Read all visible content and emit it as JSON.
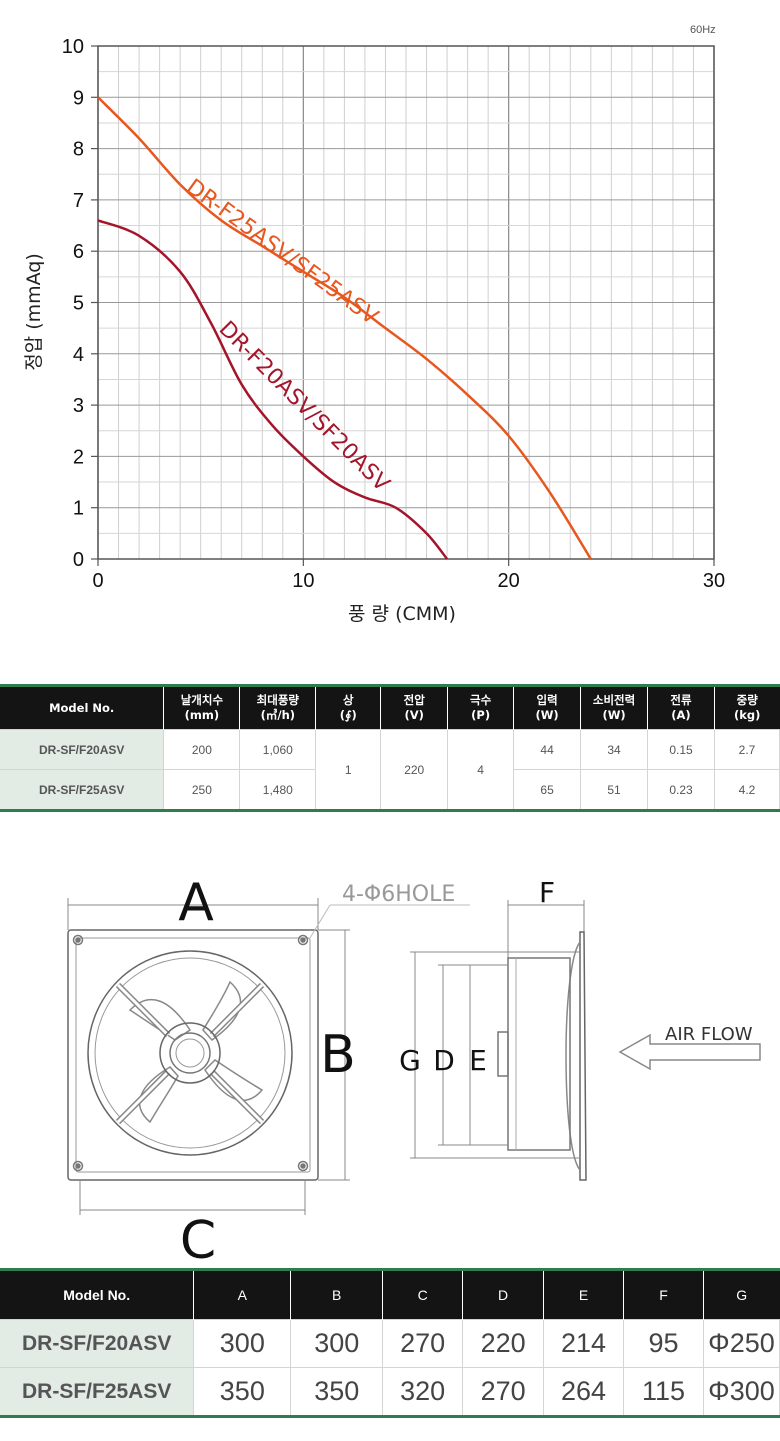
{
  "chart_data": {
    "type": "line",
    "frequency_note": "60Hz",
    "xlabel": "풍 량 (CMM)",
    "ylabel": "정압 (mmAq)",
    "xlim": [
      0,
      30
    ],
    "ylim": [
      0,
      10
    ],
    "x_ticks": [
      "0",
      "10",
      "20",
      "30"
    ],
    "y_ticks": [
      "0",
      "1",
      "2",
      "3",
      "4",
      "5",
      "6",
      "7",
      "8",
      "9",
      "10"
    ],
    "grid": true,
    "series": [
      {
        "name": "DR-F25ASV/SF25ASV",
        "color": "#e8571e",
        "points": [
          [
            0,
            9.0
          ],
          [
            2,
            8.2
          ],
          [
            4,
            7.3
          ],
          [
            6,
            6.6
          ],
          [
            8,
            6.1
          ],
          [
            10,
            5.6
          ],
          [
            12,
            5.1
          ],
          [
            14,
            4.5
          ],
          [
            16,
            3.9
          ],
          [
            18,
            3.2
          ],
          [
            20,
            2.4
          ],
          [
            22,
            1.3
          ],
          [
            24,
            0
          ]
        ]
      },
      {
        "name": "DR-F20ASV/SF20ASV",
        "color": "#a3152a",
        "points": [
          [
            0,
            6.6
          ],
          [
            2,
            6.3
          ],
          [
            4,
            5.6
          ],
          [
            5.5,
            4.6
          ],
          [
            7,
            3.4
          ],
          [
            8.5,
            2.6
          ],
          [
            10,
            2.0
          ],
          [
            11.5,
            1.5
          ],
          [
            13,
            1.2
          ],
          [
            14.5,
            1.0
          ],
          [
            16,
            0.5
          ],
          [
            17,
            0
          ]
        ]
      }
    ]
  },
  "spec_table": {
    "headers": [
      {
        "l1": "Model No.",
        "l2": ""
      },
      {
        "l1": "날개치수",
        "l2": "(mm)"
      },
      {
        "l1": "최대풍량",
        "l2": "(㎥/h)"
      },
      {
        "l1": "상",
        "l2": "(∮)"
      },
      {
        "l1": "전압",
        "l2": "(V)"
      },
      {
        "l1": "극수",
        "l2": "(P)"
      },
      {
        "l1": "입력",
        "l2": "(W)"
      },
      {
        "l1": "소비전력",
        "l2": "(W)"
      },
      {
        "l1": "전류",
        "l2": "(A)"
      },
      {
        "l1": "중량",
        "l2": "(kg)"
      }
    ],
    "rows": [
      {
        "model": "DR-SF/F20ASV",
        "blade": "200",
        "airflow": "1,060",
        "input": "44",
        "power": "34",
        "current": "0.15",
        "weight": "2.7"
      },
      {
        "model": "DR-SF/F25ASV",
        "blade": "250",
        "airflow": "1,480",
        "input": "65",
        "power": "51",
        "current": "0.23",
        "weight": "4.2"
      }
    ],
    "shared": {
      "phase": "1",
      "voltage": "220",
      "poles": "4"
    }
  },
  "drawing": {
    "labels": {
      "A": "A",
      "B": "B",
      "C": "C",
      "D": "D",
      "E": "E",
      "F": "F",
      "G": "G"
    },
    "hole_note": "4-Φ6HOLE",
    "airflow": "AIR FLOW"
  },
  "dim_table": {
    "headers": [
      "Model No.",
      "A",
      "B",
      "C",
      "D",
      "E",
      "F",
      "G"
    ],
    "rows": [
      {
        "model": "DR-SF/F20ASV",
        "values": [
          "300",
          "300",
          "270",
          "220",
          "214",
          "95",
          "Φ250"
        ]
      },
      {
        "model": "DR-SF/F25ASV",
        "values": [
          "350",
          "350",
          "320",
          "270",
          "264",
          "115",
          "Φ300"
        ]
      }
    ]
  }
}
